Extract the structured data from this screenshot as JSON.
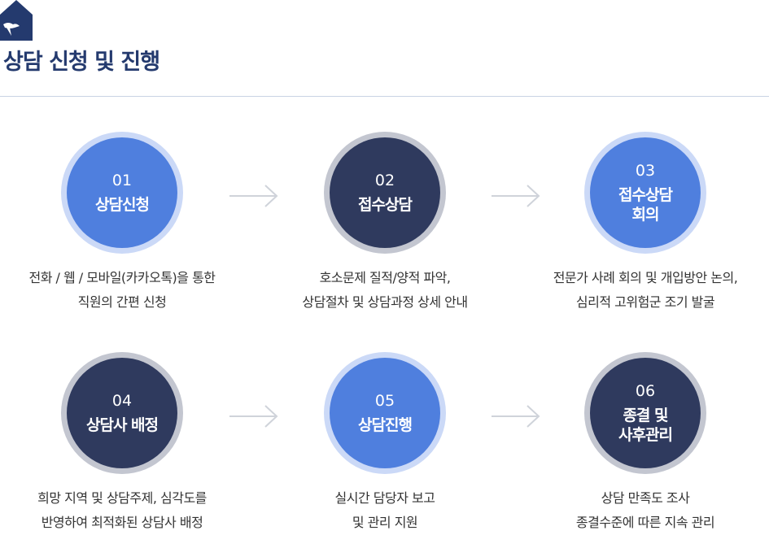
{
  "header": {
    "title": "상담 신청 및 진행",
    "logo_icon": "house-bird-icon",
    "accent_color": "#243a6e"
  },
  "steps": [
    {
      "number": "01",
      "label": "상담신청",
      "desc": "전화 / 웹 / 모바일(카카오톡)을 통한\n직원의 간편 신청",
      "theme": "blue"
    },
    {
      "number": "02",
      "label": "접수상담",
      "desc": "호소문제 질적/양적 파악,\n상담절차 및 상담과정 상세 안내",
      "theme": "dark"
    },
    {
      "number": "03",
      "label": "접수상담\n회의",
      "desc": "전문가 사례 회의 및 개입방안 논의,\n심리적 고위험군 조기 발굴",
      "theme": "blue"
    },
    {
      "number": "04",
      "label": "상담사 배정",
      "desc": "희망 지역 및 상담주제, 심각도를\n반영하여 최적화된 상담사 배정",
      "theme": "dark"
    },
    {
      "number": "05",
      "label": "상담진행",
      "desc": "실시간 담당자 보고\n및 관리 지원",
      "theme": "blue"
    },
    {
      "number": "06",
      "label": "종결 및\n사후관리",
      "desc": "상담 만족도 조사\n종결수준에 따른 지속 관리",
      "theme": "dark"
    }
  ],
  "colors": {
    "blue": "#4f7fde",
    "dark": "#2f3a5e",
    "arrow": "#cfd3da"
  }
}
